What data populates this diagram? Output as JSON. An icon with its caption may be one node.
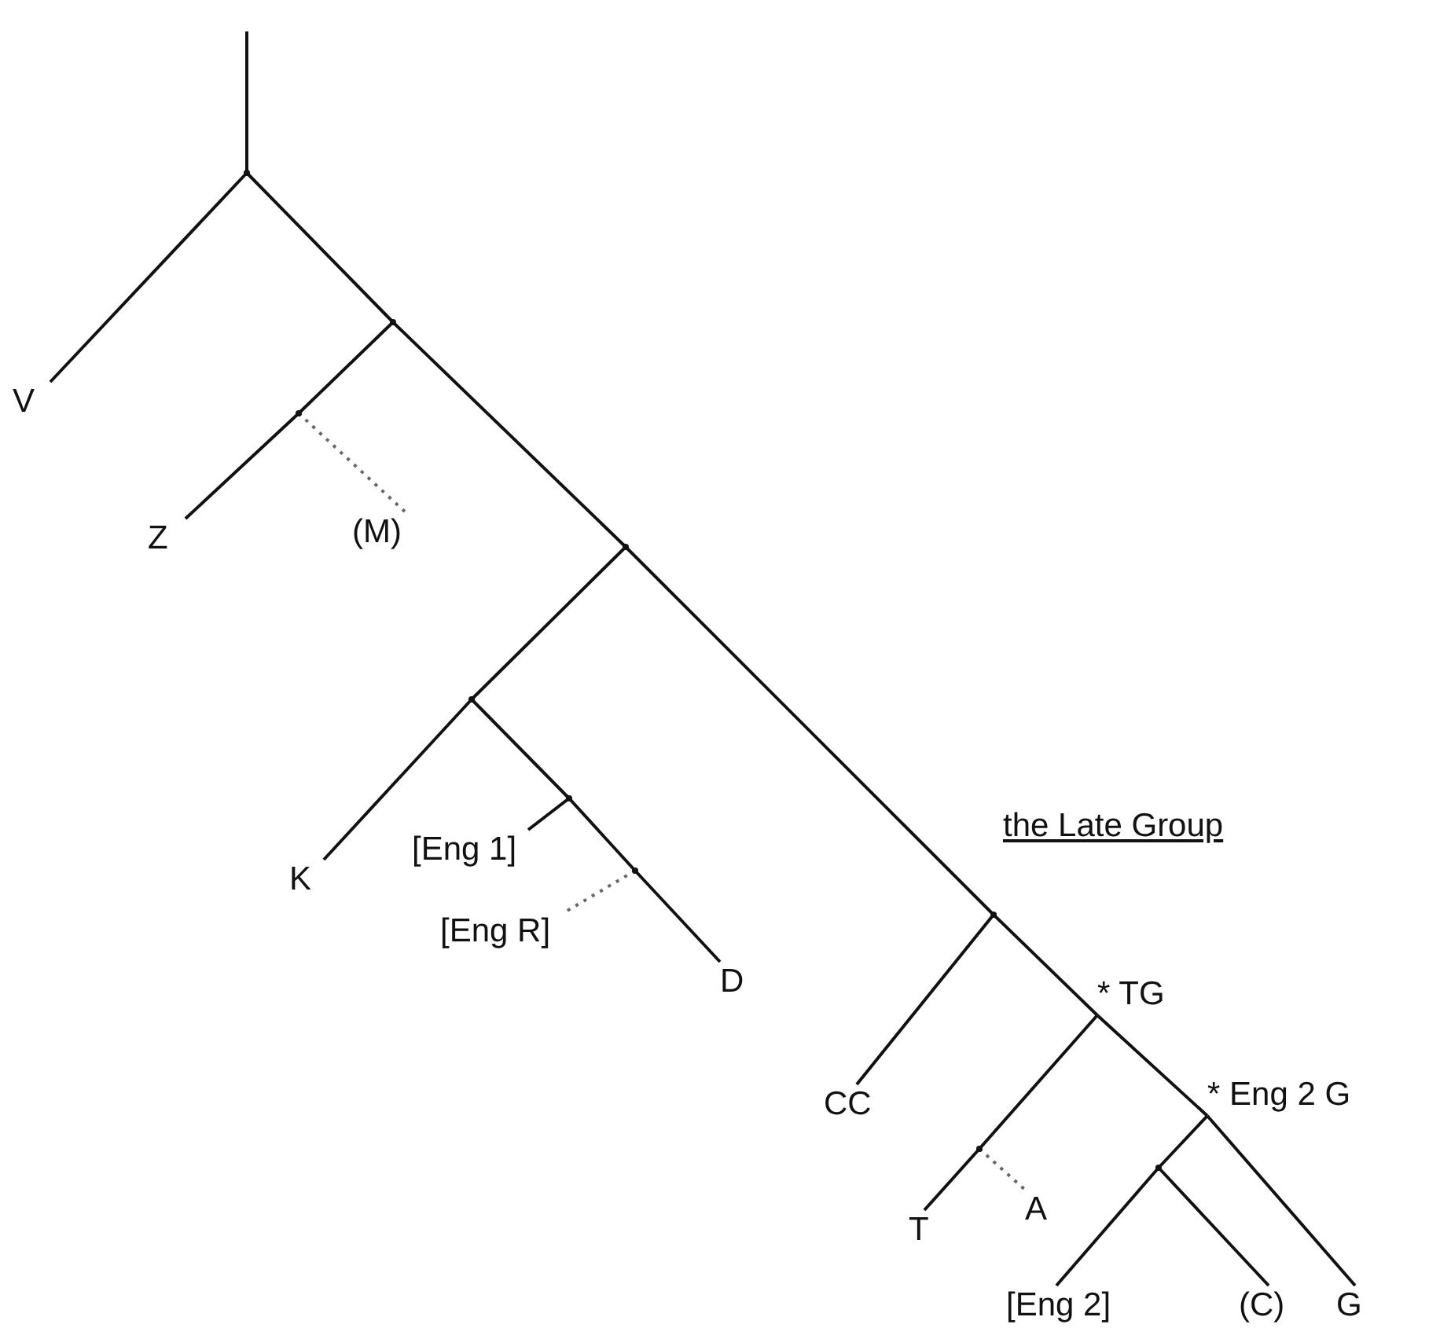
{
  "diagram": {
    "nodes": [
      {
        "text": [],
        "shape": "point"
      },
      {
        "text": [
          "V"
        ]
      },
      {
        "text": [],
        "shape": "point"
      },
      {
        "text": [],
        "shape": "point"
      },
      {
        "text": [
          "Z"
        ]
      },
      {
        "text": [
          "(M)"
        ]
      },
      {
        "text": [],
        "shape": "point"
      },
      {
        "text": [],
        "shape": "point"
      },
      {
        "text": [
          "K"
        ]
      },
      {
        "text": [],
        "shape": "point"
      },
      {
        "text": [
          "[Eng 1]"
        ]
      },
      {
        "text": [],
        "shape": "point"
      },
      {
        "text": [
          "[Eng R]"
        ]
      },
      {
        "text": [
          "D"
        ]
      },
      {
        "text": [],
        "shape": "point"
      },
      {
        "text": [
          "CC"
        ]
      },
      {
        "text": [
          "* TG"
        ]
      },
      {
        "text": [],
        "shape": "point"
      },
      {
        "text": [
          "T"
        ]
      },
      {
        "text": [
          "A"
        ]
      },
      {
        "text": [
          "* Eng 2 G"
        ]
      },
      {
        "text": [],
        "shape": "point"
      },
      {
        "text": [
          "[Eng 2]"
        ]
      },
      {
        "text": [
          "(C)"
        ]
      },
      {
        "text": [
          "G"
        ]
      }
    ],
    "edges": [
      {
        "from": null,
        "to": 0,
        "arrow": "none"
      },
      {
        "from": 0,
        "to": 1,
        "arrow": "none"
      },
      {
        "from": 0,
        "to": 2,
        "arrow": "none"
      },
      {
        "from": 2,
        "to": 3,
        "arrow": "none"
      },
      {
        "from": 3,
        "to": 4,
        "arrow": "none"
      },
      {
        "from": 3,
        "to": 5,
        "arrow": "none",
        "style": "dashed"
      },
      {
        "from": 2,
        "to": 6,
        "arrow": "none"
      },
      {
        "from": 6,
        "to": 7,
        "arrow": "none"
      },
      {
        "from": 7,
        "to": 8,
        "arrow": "none"
      },
      {
        "from": 7,
        "to": 9,
        "arrow": "none"
      },
      {
        "from": 9,
        "to": 10,
        "arrow": "none"
      },
      {
        "from": 9,
        "to": 11,
        "arrow": "none"
      },
      {
        "from": 11,
        "to": 13,
        "arrow": "none"
      },
      {
        "from": 11,
        "to": 12,
        "arrow": "none",
        "style": "dashed"
      },
      {
        "from": 6,
        "to": 14,
        "arrow": "none"
      },
      {
        "from": 14,
        "to": 15,
        "arrow": "none"
      },
      {
        "from": 14,
        "to": 16,
        "arrow": "none"
      },
      {
        "from": 16,
        "to": 17,
        "arrow": "none"
      },
      {
        "from": 17,
        "to": 18,
        "arrow": "none"
      },
      {
        "from": 17,
        "to": 19,
        "arrow": "none",
        "style": "dashed"
      },
      {
        "from": 16,
        "to": 20,
        "arrow": "none"
      },
      {
        "from": 20,
        "to": 21,
        "arrow": "none"
      },
      {
        "from": 21,
        "to": 22,
        "arrow": "none"
      },
      {
        "from": 21,
        "to": 23,
        "arrow": "none"
      },
      {
        "from": 20,
        "to": 24,
        "arrow": "none"
      }
    ],
    "labels": [
      "the Late Group"
    ]
  }
}
